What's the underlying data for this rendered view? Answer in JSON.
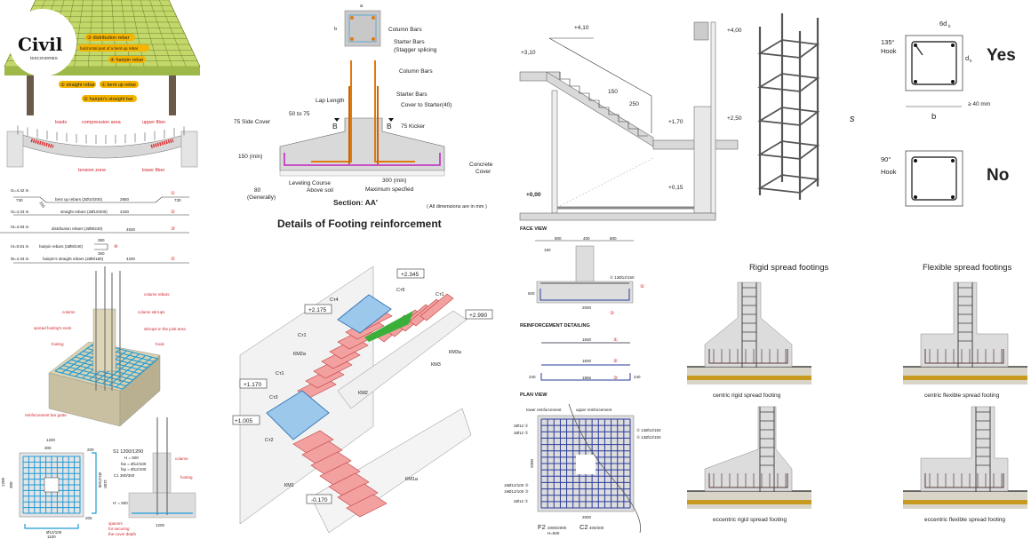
{
  "logo": {
    "text": "Civil",
    "subtext": "DISCOVERIES"
  },
  "slab_panel": {
    "labels": {
      "distribution": "③ distribution rebar",
      "horizontal_bent": "horizontal part of a bent up rebar",
      "hairpin": "④ hairpin rebar",
      "straight": "② straight rebar",
      "bent_up": "① bent up rebar",
      "hairpin_straight": "⑤ hairpin's straight bar"
    },
    "beam_labels": {
      "loads": "loads",
      "compression": "compression area",
      "upper": "upper fiber",
      "tension": "tension zone",
      "lower": "lower fiber"
    },
    "schedule": [
      {
        "length": "ℓ1=4.42 m",
        "name": "bent up rebars (2Ø10/200)",
        "dim": "2850",
        "num": "①",
        "left": "730",
        "right": "730",
        "bend": "150"
      },
      {
        "length": "ℓ2=4.33 m",
        "name": "straight rebars (2Ø10/200)",
        "dim": "4330",
        "num": "②"
      },
      {
        "length": "ℓ3=4.93 m",
        "name": "distribution rebars (2Ø8/240)",
        "dim": "4930",
        "num": "③"
      },
      {
        "length": "ℓ4=0.81 m",
        "name": "hairpin rebars (2Ø8/240)",
        "dim": "380",
        "dim2": "350",
        "num": "④"
      },
      {
        "length": "ℓ5=4.33 m",
        "name": "hairpin's straight rebars (2Ø8/180)",
        "dim": "4330",
        "num": "⑤"
      }
    ]
  },
  "footing_section": {
    "a": "a",
    "b": "b",
    "column_bars_top": "Column Bars",
    "starter_bars_top": "Starter Bars",
    "stagger": "(Stagger splicing",
    "column_bars": "Column Bars",
    "starter_bars": "Starter Bars",
    "lap_length": "Lap Length",
    "cover_starter": "Cover to Starter(40)",
    "fifty_75": "50 to 75",
    "side_cover": "75 Side Cover",
    "kicker": "75 Kicker",
    "B": "B",
    "min150": "150 (min)",
    "concrete": "Concrete",
    "cover": "Cover",
    "leveling": "Leveling Course",
    "above_soil": "Above soil",
    "min300": "300 (min)",
    "max_spec": "Maximum specfied",
    "eighty": "80",
    "generally": "(Generally)",
    "section": "Section: AA'",
    "dims_note": "( All dimensions are in mm )",
    "title": "Details of Footing reinforcement"
  },
  "stair_section": {
    "l410": "+4,10",
    "l310": "+3,10",
    "riser": "150",
    "tread": "250",
    "l170": "+1,70",
    "l400": "+4,00",
    "l250": "+2,50",
    "l015": "+0,15",
    "l000": "+0,00"
  },
  "column_ties": {
    "s": "s",
    "deg135": "135°",
    "hook": "Hook",
    "six_db": "6d",
    "sub_b": "b",
    "yes": "Yes",
    "db": "d",
    "cover": "≥ 40 mm",
    "b": "b",
    "deg90": "90°",
    "no": "No"
  },
  "footing_3d": {
    "labels": {
      "column_rebars": "column rebars",
      "column": "column",
      "column_stirrups": "column stirrups",
      "neck": "spread footing's neck",
      "joint": "stirrups in the joint area",
      "footing": "footing",
      "hook": "hook",
      "grate": "reinforcement bar grate"
    },
    "plan": {
      "w": "1200",
      "hole": "300",
      "side": "1200",
      "hole_v": "300",
      "bar_v": "Ø12/100",
      "len_v": "1100",
      "bar_h": "Ø12/100",
      "len_h": "1100",
      "end": "200"
    },
    "spec": {
      "s1": "S1 1200/1200",
      "h": "H = 500",
      "fax": "fax = Ø12/100",
      "fay": "fay = Ø12/100",
      "c1": "C1 300/300",
      "column": "column",
      "footing": "footing",
      "h2": "H' = 500",
      "w": "1200",
      "spacers1": "spacers",
      "spacers2": "for securing",
      "spacers3": "the cover depth"
    }
  },
  "stair_3d": {
    "l2345": "+2.345",
    "ct5": "Ст5",
    "ct1a": "Ст1",
    "ct4": "Ст4",
    "l2175": "+2.175",
    "l2990": "+2.990",
    "ct1b": "Ст1",
    "km2a": "КМ2а",
    "km3a": "КМ3а",
    "km3": "КМ3",
    "ct1c": "Ст1",
    "km2": "КМ2",
    "l1170": "+1.170",
    "ct3": "Ст3",
    "l1005": "+1.005",
    "ct2": "Ст2",
    "km1": "КМ1",
    "km1a": "КМ1а",
    "lm0170": "-0.170"
  },
  "face_plan": {
    "face_view": "FACE VIEW",
    "d800a": "800",
    "d400": "400",
    "d800b": "800",
    "d150": "150",
    "d500": "500",
    "bar1": "① 13Ø12/150",
    "n2": "②",
    "n3": "③",
    "d2000": "2000",
    "detailing": "REINFORCEMENT DETAILING",
    "r1": "1830",
    "r1n": "①",
    "r2": "1830",
    "r2n": "②",
    "r3": "1866",
    "r3n": "③",
    "r3l": "240",
    "r3r": "240",
    "plan_view": "PLAN VIEW",
    "lower": "lower reinforcement",
    "upper": "upper reinforcement",
    "left_labels": [
      "2Ø12 ②",
      "2Ø12 ②",
      "19Ø12/100 ③",
      "19Ø12/100 ③",
      "2Ø12 ②"
    ],
    "right_labels": [
      "① 13Ø12/150",
      "① 13Ø12/150"
    ],
    "side": "2000",
    "bottom": "2000",
    "f2": "F2",
    "f2dim": "2000/2000",
    "f2h": "H=500",
    "c2": "C2",
    "c2dim": "400/400"
  },
  "spread_footings": {
    "rigid_title": "Rigid spread footings",
    "flexible_title": "Flexible spread footings",
    "centric_rigid": "centric rigid spread footing",
    "centric_flexible": "centric flexible spread footing",
    "eccentric_rigid": "eccentric rigid spread footing",
    "eccentric_flexible": "eccentric flexible spread footing"
  },
  "colors": {
    "rebar_blue": "#2a3a9a",
    "grid_cyan": "#1e9bd7",
    "starter_orange": "#e07a10",
    "label_red": "#d0202a",
    "slab_green": "#b9d35a",
    "pill_yellow": "#f5b400"
  }
}
